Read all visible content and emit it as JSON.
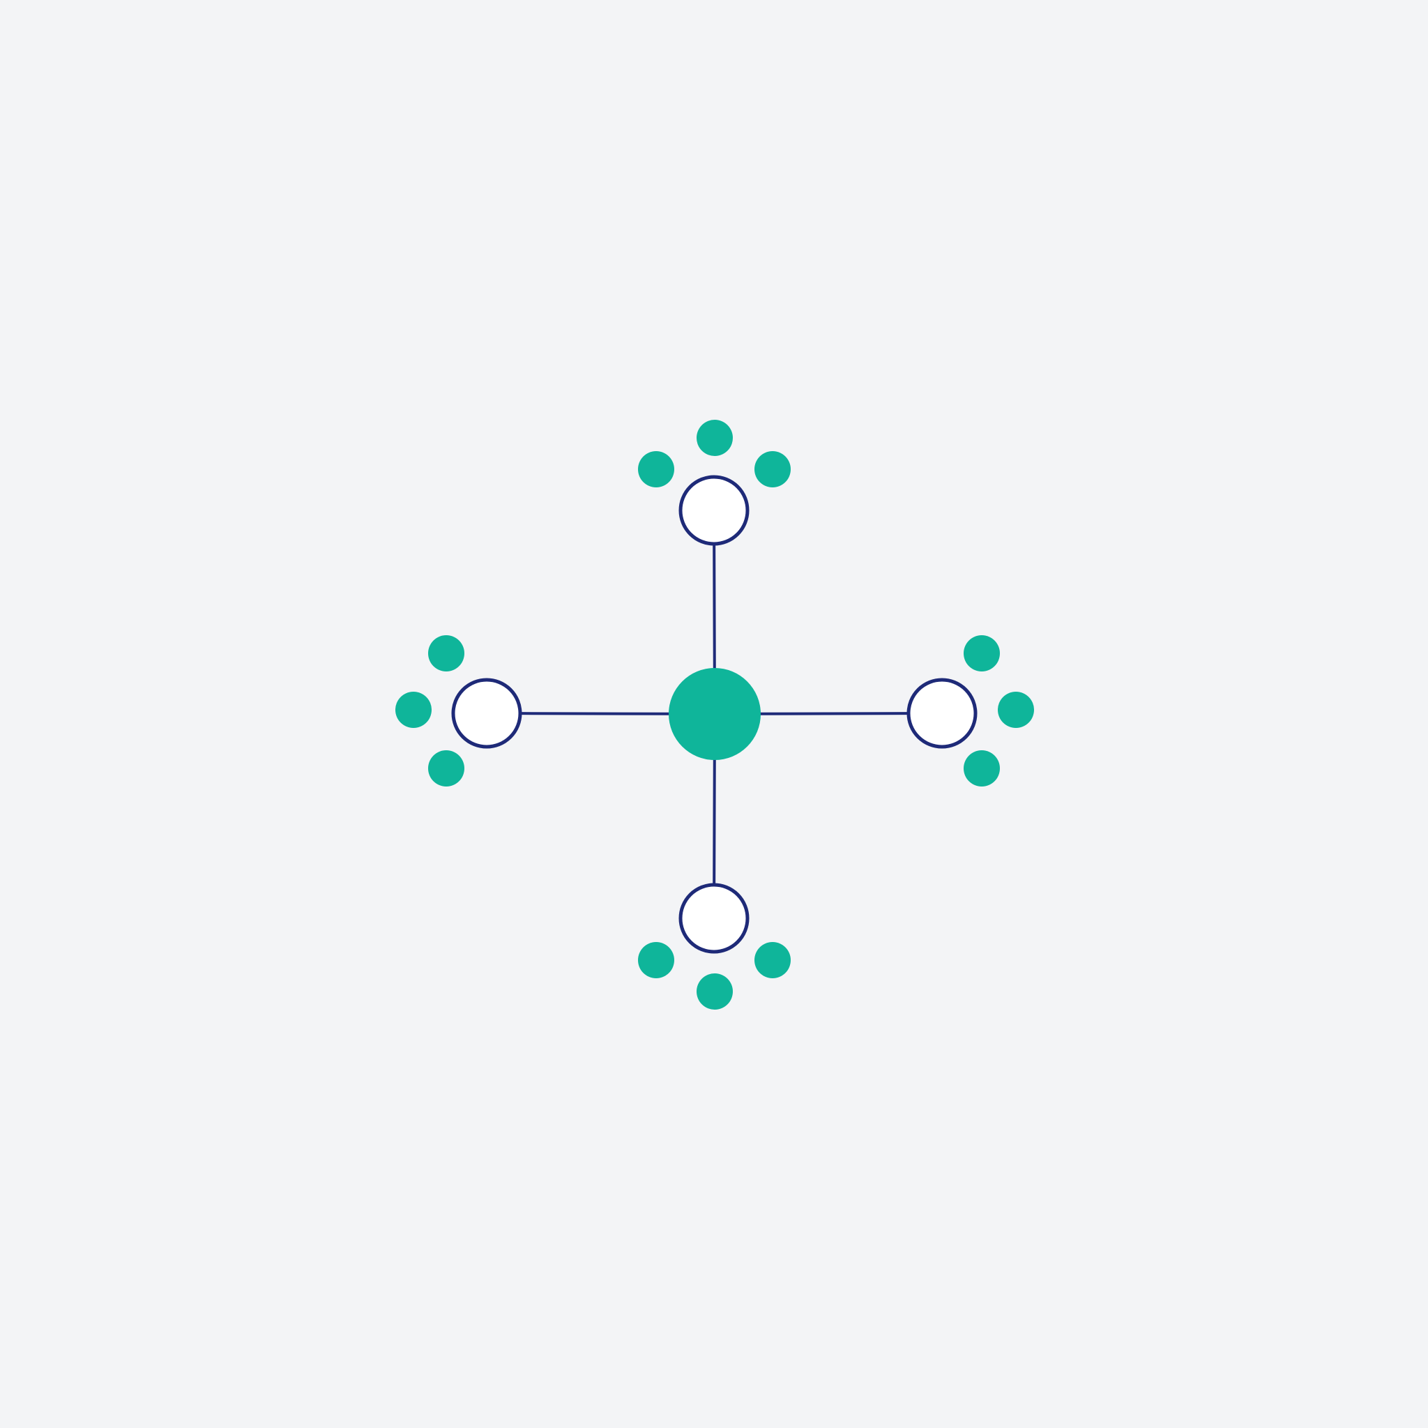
{
  "diagram": {
    "kind": "Lewis-structure-style star diagram: central atom bonded to four outer atoms, each outer atom with three lone-pair dots",
    "colors": {
      "background": "#f3f4f6",
      "central_atom_fill": "#0fb59a",
      "outer_atom_stroke": "#1e2a78",
      "outer_atom_fill": "#ffffff",
      "bond_stroke": "#1e2a78",
      "electron_dot_fill": "#0fb59a"
    },
    "central_atom": {
      "style": "filled"
    },
    "outer_atoms": [
      {
        "id": "top",
        "style": "hollow",
        "dots": 3
      },
      {
        "id": "left",
        "style": "hollow",
        "dots": 3
      },
      {
        "id": "right",
        "style": "hollow",
        "dots": 3
      },
      {
        "id": "bottom",
        "style": "hollow",
        "dots": 3
      }
    ],
    "bonds": [
      {
        "from": "center",
        "to": "top"
      },
      {
        "from": "center",
        "to": "left"
      },
      {
        "from": "center",
        "to": "right"
      },
      {
        "from": "center",
        "to": "bottom"
      }
    ]
  }
}
